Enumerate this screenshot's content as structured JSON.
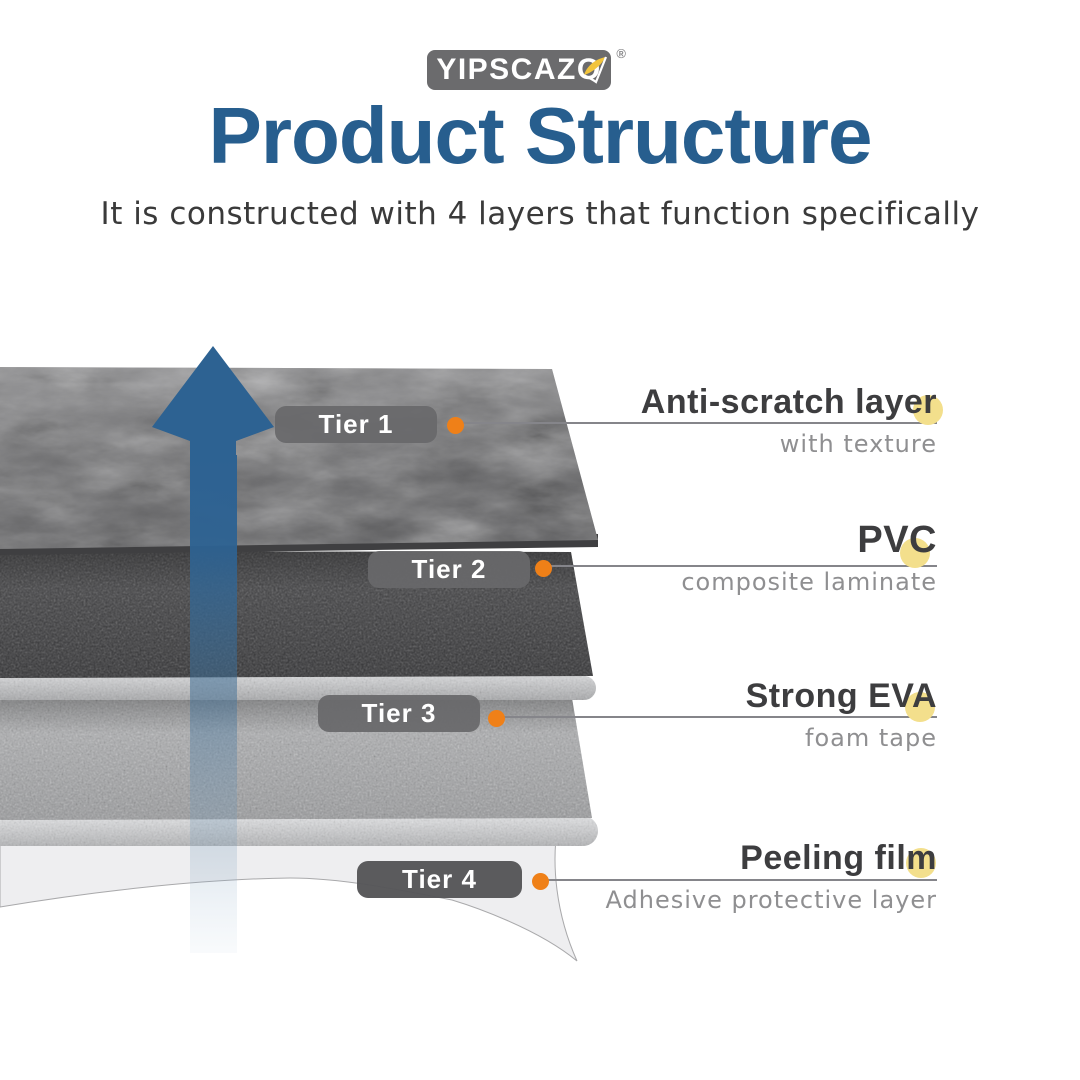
{
  "logo": {
    "text": "YIPSCAZO",
    "registered": "®"
  },
  "header": {
    "title": "Product Structure",
    "subtitle": "It is constructed with 4 layers that function specifically"
  },
  "diagram": {
    "tiers": [
      {
        "pill": "Tier 1",
        "label": "Anti-scratch layer",
        "sublabel": "with texture"
      },
      {
        "pill": "Tier 2",
        "label": "PVC",
        "sublabel": "composite laminate"
      },
      {
        "pill": "Tier 3",
        "label": "Strong EVA",
        "sublabel": "foam tape"
      },
      {
        "pill": "Tier 4",
        "label": "Peeling film",
        "sublabel": "Adhesive protective layer"
      }
    ]
  },
  "colors": {
    "title_blue": "#275E8E",
    "arrow_blue": "#2D6292",
    "accent_orange": "#EF8018",
    "badge_yellow": "#F3DF8C",
    "logo_yellow": "#F2C43C",
    "pill_gray": "#686868"
  }
}
